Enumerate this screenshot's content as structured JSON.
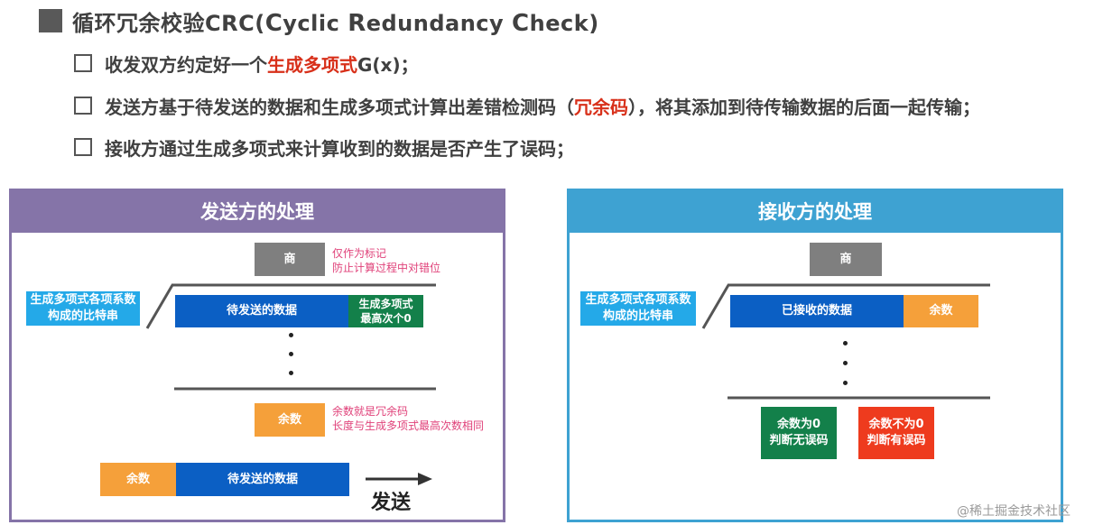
{
  "title": {
    "prefix": "循环冗余校验",
    "crc": "CRC(",
    "c1": "C",
    "w1": "yclic ",
    "r1": "R",
    "w2": "edundancy ",
    "c2": "C",
    "w3": "heck)"
  },
  "bullets": [
    {
      "pre": "收发双方约定好一个",
      "hl": "生成多项式",
      "post": "G(x)；"
    },
    {
      "pre": "发送方基于待发送的数据和生成多项式计算出差错检测码（",
      "hl": "冗余码",
      "post": "），将其添加到待传输数据的后面一起传输；"
    },
    {
      "pre": "接收方通过生成多项式来计算收到的数据是否产生了误码；",
      "hl": "",
      "post": ""
    }
  ],
  "sender": {
    "header": "发送方的处理",
    "quotient": "商",
    "quotient_note_1": "仅作为标记",
    "quotient_note_2": "防止计算过程中对错位",
    "divisor_1": "生成多项式各项系数",
    "divisor_2": "构成的比特串",
    "data": "待发送的数据",
    "zeros_1": "生成多项式",
    "zeros_2": "最高次个0",
    "remainder": "余数",
    "remainder_note_1": "余数就是冗余码",
    "remainder_note_2": "长度与生成多项式最高次数相同",
    "frame_remainder": "余数",
    "frame_data": "待发送的数据",
    "send": "发送"
  },
  "receiver": {
    "header": "接收方的处理",
    "quotient": "商",
    "divisor_1": "生成多项式各项系数",
    "divisor_2": "构成的比特串",
    "data": "已接收的数据",
    "remainder": "余数",
    "ok_1": "余数为0",
    "ok_2": "判断无误码",
    "err_1": "余数不为0",
    "err_2": "判断有误码"
  },
  "watermark": "@稀土掘金技术社区",
  "colors": {
    "sender_header": "#8574a8",
    "receiver_header": "#3ea2d2",
    "data_blue": "#0b5fc4",
    "zeros_green": "#13804a",
    "remainder_orange": "#f5a03a",
    "error_red": "#ee3b1e",
    "divisor_cyan": "#24a9e8",
    "highlight_red": "#d8301a",
    "note_pink": "#e0427a"
  }
}
